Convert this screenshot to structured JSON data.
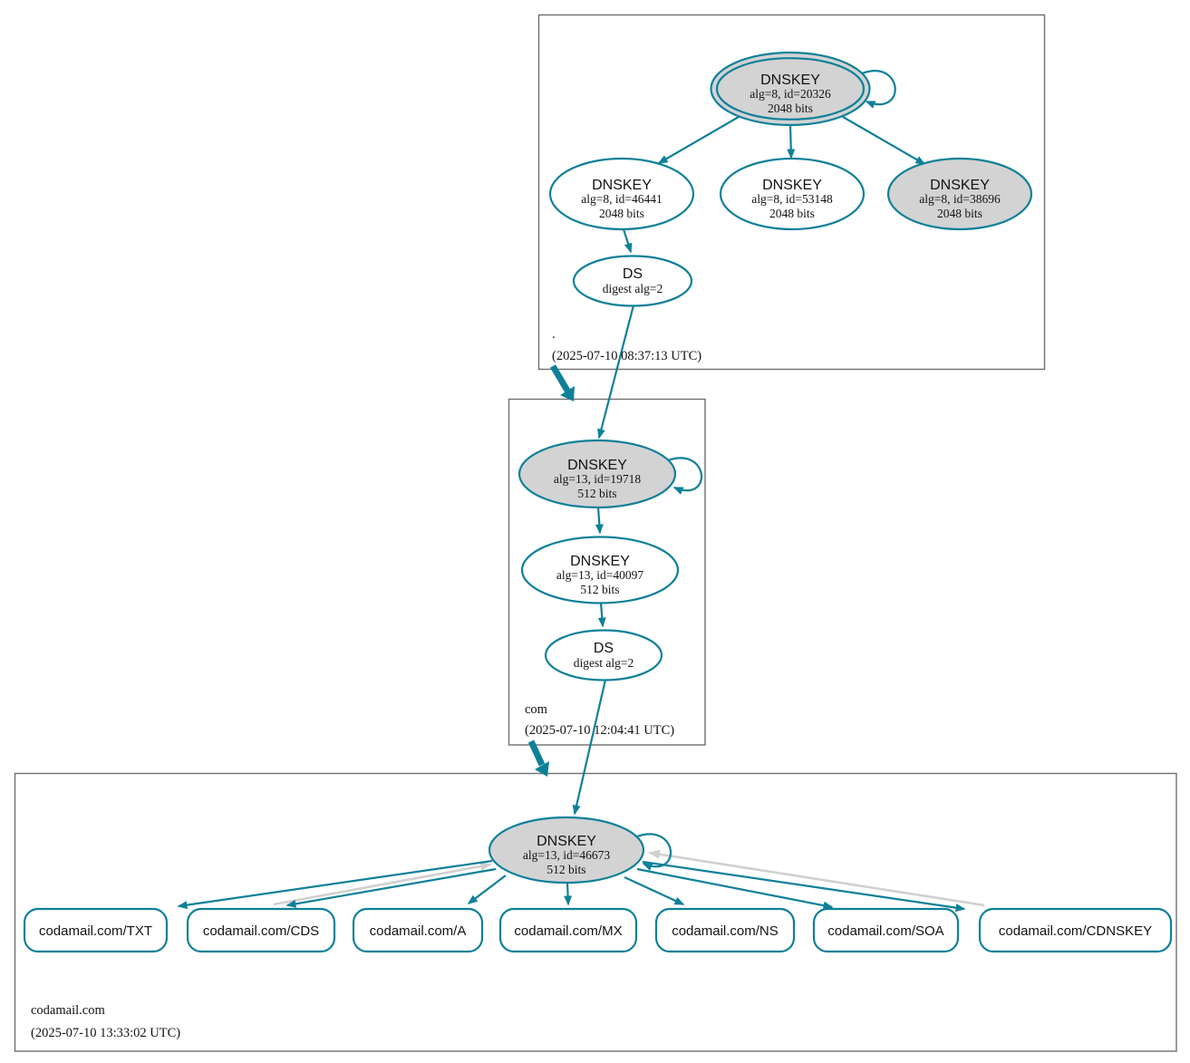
{
  "colors": {
    "accent_teal": "#0e8099",
    "key_fill_gray": "#d3d3d3",
    "referral_edge_gray": "#d0d0d0",
    "zone_box_border": "#6f6f6f"
  },
  "zones": {
    "root": {
      "name": ".",
      "timestamp": "(2025-07-10 08:37:13 UTC)",
      "ksk": {
        "type": "DNSKEY",
        "detail": "alg=8, id=20326",
        "bits": "2048 bits"
      },
      "zsk1": {
        "type": "DNSKEY",
        "detail": "alg=8, id=46441",
        "bits": "2048 bits"
      },
      "zsk2": {
        "type": "DNSKEY",
        "detail": "alg=8, id=53148",
        "bits": "2048 bits"
      },
      "zsk3": {
        "type": "DNSKEY",
        "detail": "alg=8, id=38696",
        "bits": "2048 bits"
      },
      "ds": {
        "type": "DS",
        "detail": "digest alg=2"
      }
    },
    "com": {
      "name": "com",
      "timestamp": "(2025-07-10 12:04:41 UTC)",
      "ksk": {
        "type": "DNSKEY",
        "detail": "alg=13, id=19718",
        "bits": "512 bits"
      },
      "zsk": {
        "type": "DNSKEY",
        "detail": "alg=13, id=40097",
        "bits": "512 bits"
      },
      "ds": {
        "type": "DS",
        "detail": "digest alg=2"
      }
    },
    "codamail": {
      "name": "codamail.com",
      "timestamp": "(2025-07-10 13:33:02 UTC)",
      "ksk": {
        "type": "DNSKEY",
        "detail": "alg=13, id=46673",
        "bits": "512 bits"
      },
      "rrsets": [
        "codamail.com/TXT",
        "codamail.com/CDS",
        "codamail.com/A",
        "codamail.com/MX",
        "codamail.com/NS",
        "codamail.com/SOA",
        "codamail.com/CDNSKEY"
      ]
    }
  }
}
